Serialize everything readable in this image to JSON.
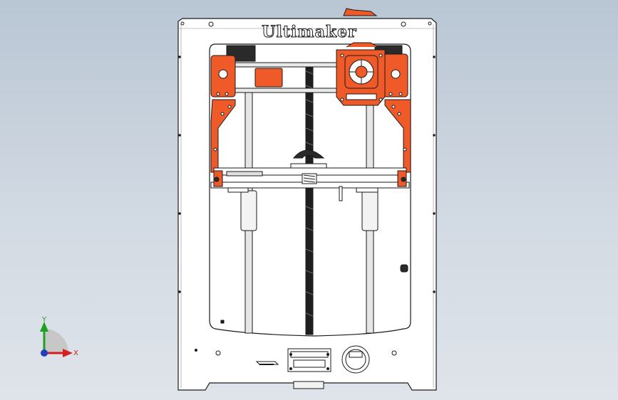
{
  "model": {
    "brand_text": "Ultimaker",
    "colors": {
      "background_top": "#b9c6d4",
      "background_bottom": "#dfe4ea",
      "frame": "#ffffff",
      "outline": "#1a1a1a",
      "accent_parts": "#f05a28",
      "rods": "#cfcfcf",
      "leadscrew": "#1f1f1f"
    }
  },
  "triad": {
    "y_label": "Y",
    "x_label": "X",
    "colors": {
      "x": "#d42020",
      "y": "#20a020",
      "z": "#1f3fbf"
    }
  }
}
